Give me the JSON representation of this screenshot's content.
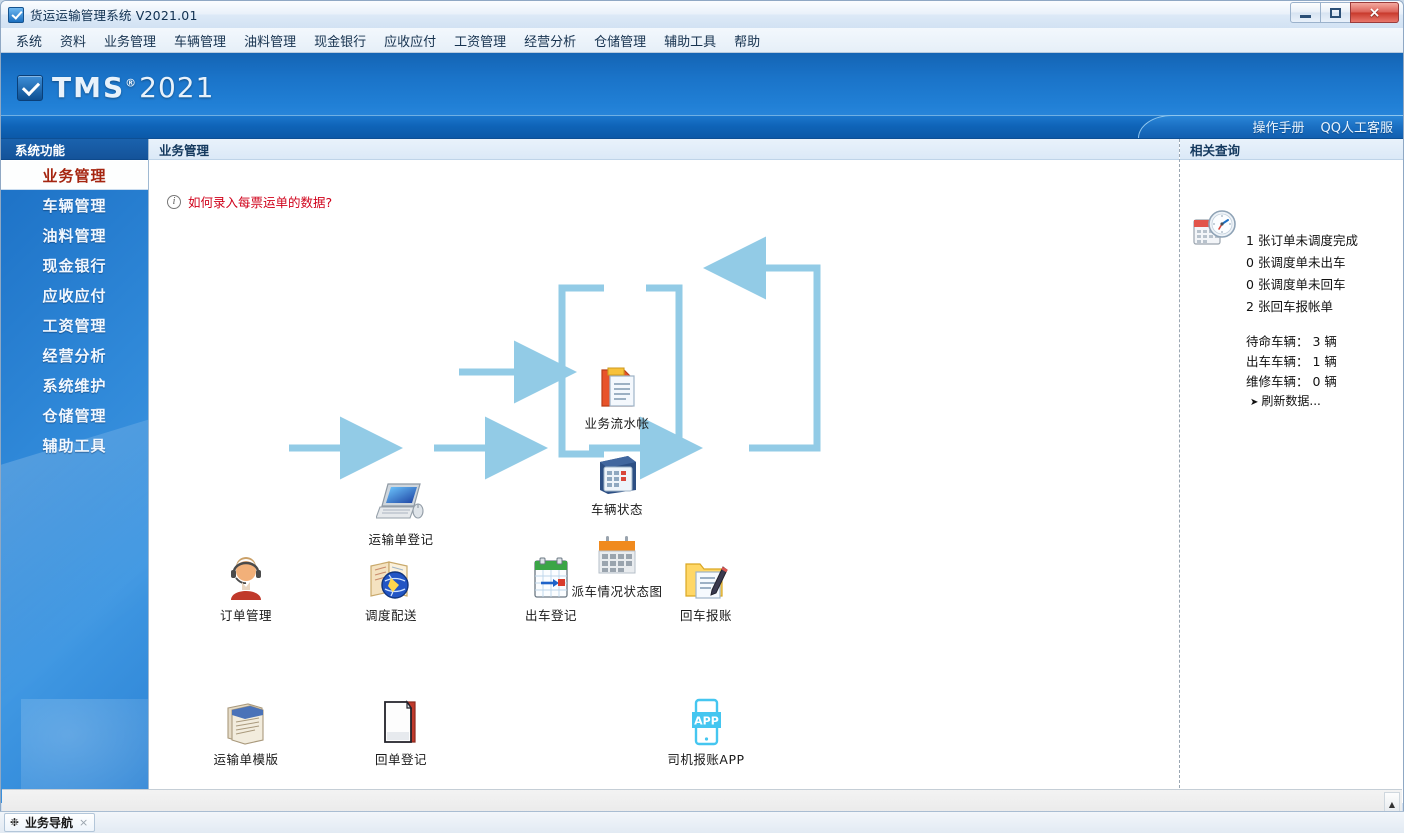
{
  "window": {
    "title": "货运运输管理系统 V2021.01",
    "app_icon": "check-app-icon",
    "controls": {
      "minimize": "minimize-icon",
      "maximize": "maximize-icon",
      "close": "×"
    }
  },
  "menubar": {
    "items": [
      {
        "label": "系统"
      },
      {
        "label": "资料"
      },
      {
        "label": "业务管理"
      },
      {
        "label": "车辆管理"
      },
      {
        "label": "油料管理"
      },
      {
        "label": "现金银行"
      },
      {
        "label": "应收应付"
      },
      {
        "label": "工资管理"
      },
      {
        "label": "经营分析"
      },
      {
        "label": "仓储管理"
      },
      {
        "label": "辅助工具"
      },
      {
        "label": "帮助"
      }
    ]
  },
  "banner": {
    "brand": "TMS",
    "registered": "®",
    "year": "2021",
    "links": [
      {
        "label": "操作手册"
      },
      {
        "label": "QQ人工客服"
      }
    ]
  },
  "sidebar": {
    "header": "系统功能",
    "items": [
      {
        "label": "业务管理",
        "active": true
      },
      {
        "label": "车辆管理",
        "active": false
      },
      {
        "label": "油料管理",
        "active": false
      },
      {
        "label": "现金银行",
        "active": false
      },
      {
        "label": "应收应付",
        "active": false
      },
      {
        "label": "工资管理",
        "active": false
      },
      {
        "label": "经营分析",
        "active": false
      },
      {
        "label": "系统维护",
        "active": false
      },
      {
        "label": "仓储管理",
        "active": false
      },
      {
        "label": "辅助工具",
        "active": false
      }
    ]
  },
  "main": {
    "header": "业务管理",
    "hint": "如何录入每票运单的数据?",
    "hint_icon": "info-icon",
    "flow": {
      "nodes": [
        {
          "key": "transport_reg",
          "label": "运输单登记",
          "icon": "computer-icon"
        },
        {
          "key": "business_ledger",
          "label": "业务流水帐",
          "icon": "clipboard-icon"
        },
        {
          "key": "vehicle_status",
          "label": "车辆状态",
          "icon": "blue-calendar-icon"
        },
        {
          "key": "dispatch_chart",
          "label": "派车情况状态图",
          "icon": "orange-calendar-icon"
        },
        {
          "key": "order_mgmt",
          "label": "订单管理",
          "icon": "headset-agent-icon"
        },
        {
          "key": "dispatch_delivery",
          "label": "调度配送",
          "icon": "book-globe-icon"
        },
        {
          "key": "departure_reg",
          "label": "出车登记",
          "icon": "green-calendar-arrow-icon"
        },
        {
          "key": "return_report",
          "label": "回车报账",
          "icon": "folder-pencil-icon"
        },
        {
          "key": "waybill_template",
          "label": "运输单模版",
          "icon": "documents-stack-icon"
        },
        {
          "key": "receipt_reg",
          "label": "回单登记",
          "icon": "page-curl-icon"
        },
        {
          "key": "driver_app",
          "label": "司机报账APP",
          "icon": "phone-app-icon",
          "badge": "APP"
        }
      ]
    }
  },
  "right_panel": {
    "header": "相关查询",
    "icon": "calendar-clock-icon",
    "stats": [
      {
        "count": "1",
        "text": "张订单未调度完成"
      },
      {
        "count": "0",
        "text": "张调度单未出车"
      },
      {
        "count": "0",
        "text": "张调度单未回车"
      },
      {
        "count": "2",
        "text": "张回车报帐单"
      }
    ],
    "vehicles": [
      {
        "label": "待命车辆：",
        "value": "3 辆"
      },
      {
        "label": "出车车辆：",
        "value": "1 辆"
      },
      {
        "label": "维修车辆：",
        "value": "0 辆"
      }
    ],
    "refresh": "刷新数据..."
  },
  "taskbar": {
    "button": {
      "label": "业务导航",
      "icon": "compass-icon",
      "close": "×"
    }
  },
  "colors": {
    "accent_blue": "#1b6fc4",
    "banner_blue": "#2180d6",
    "active_text": "#a52510",
    "hint_red": "#d0021b",
    "arrow_blue": "#92cbe6"
  }
}
